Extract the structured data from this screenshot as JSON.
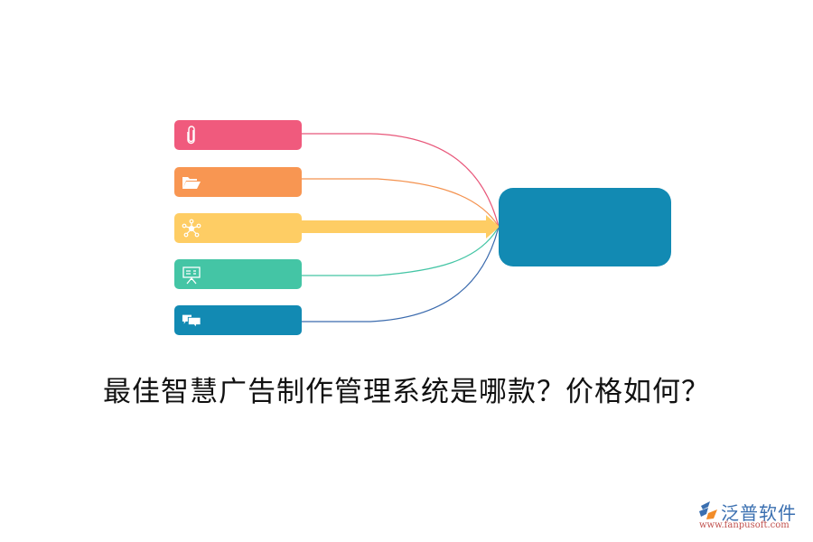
{
  "diagram": {
    "nodes": [
      {
        "id": "node-1",
        "icon": "paperclip-icon",
        "label": "",
        "color": "#f05a7d",
        "line_color": "#e8577a"
      },
      {
        "id": "node-2",
        "icon": "folder-open-icon",
        "label": "",
        "color": "#f89652",
        "line_color": "#f4924f"
      },
      {
        "id": "node-3",
        "icon": "network-icon",
        "label": "",
        "color": "#fecd64",
        "line_color": "#fecd64"
      },
      {
        "id": "node-4",
        "icon": "presentation-board-icon",
        "label": "",
        "color": "#44c5a5",
        "line_color": "#44c5a5"
      },
      {
        "id": "node-5",
        "icon": "chat-bubbles-icon",
        "label": "",
        "color": "#128ab3",
        "line_color": "#3a6aad"
      }
    ],
    "hub": {
      "label": "",
      "color": "#128ab3"
    }
  },
  "title": "最佳智慧广告制作管理系统是哪款？价格如何？",
  "logo": {
    "brand": "泛普软件",
    "url": "www.fanpusoft.com"
  }
}
